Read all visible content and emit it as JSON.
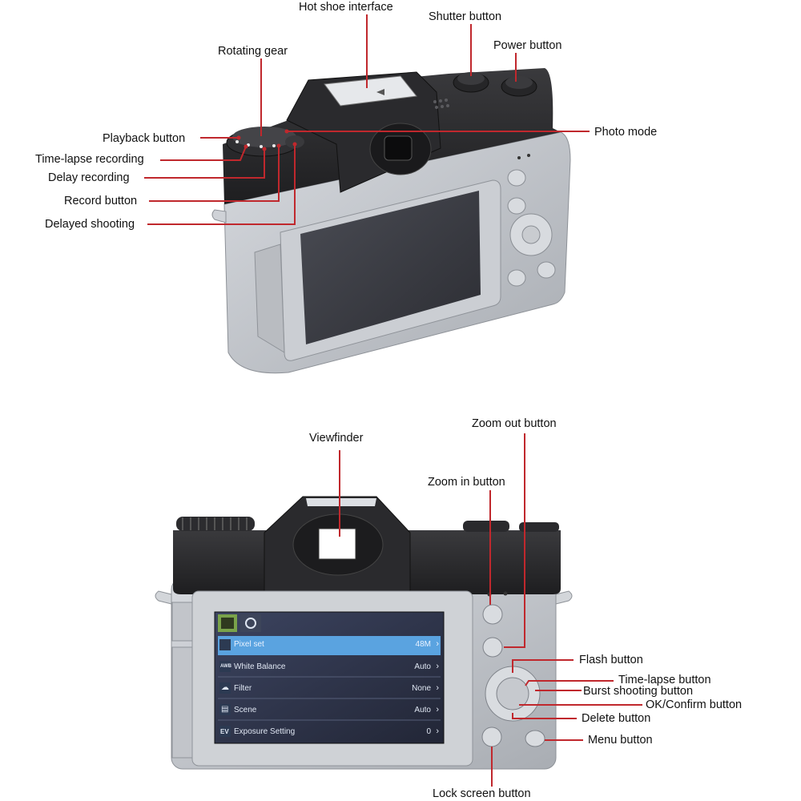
{
  "labels": {
    "hot_shoe": "Hot shoe interface",
    "shutter": "Shutter button",
    "power": "Power button",
    "rotating_gear": "Rotating gear",
    "photo_mode": "Photo mode",
    "playback": "Playback button",
    "time_lapse_recording": "Time-lapse recording",
    "delay_recording": "Delay recording",
    "record": "Record button",
    "delayed_shooting": "Delayed shooting",
    "viewfinder": "Viewfinder",
    "zoom_out": "Zoom out button",
    "zoom_in": "Zoom in button",
    "flash": "Flash button",
    "time_lapse_button": "Time-lapse button",
    "burst": "Burst shooting button",
    "ok_confirm": "OK/Confirm button",
    "delete": "Delete button",
    "menu": "Menu button",
    "lock_screen": "Lock screen button"
  },
  "screen_menu": {
    "items": [
      {
        "icon": "pixel-icon",
        "label": "Pixel set",
        "value": "48M"
      },
      {
        "icon": "awb-icon",
        "label": "White Balance",
        "value": "Auto"
      },
      {
        "icon": "filter-icon",
        "label": "Filter",
        "value": "None"
      },
      {
        "icon": "scene-icon",
        "label": "Scene",
        "value": "Auto"
      },
      {
        "icon": "ev-icon",
        "label": "Exposure Setting",
        "value": "0"
      }
    ],
    "ev_badge": "EV",
    "awb_badge": "AWB"
  },
  "colors": {
    "leader_line": "#c0282d",
    "camera_body": "#c9ccd1",
    "camera_top": "#2b2b2d",
    "menu_highlight": "#5aa3e0"
  }
}
